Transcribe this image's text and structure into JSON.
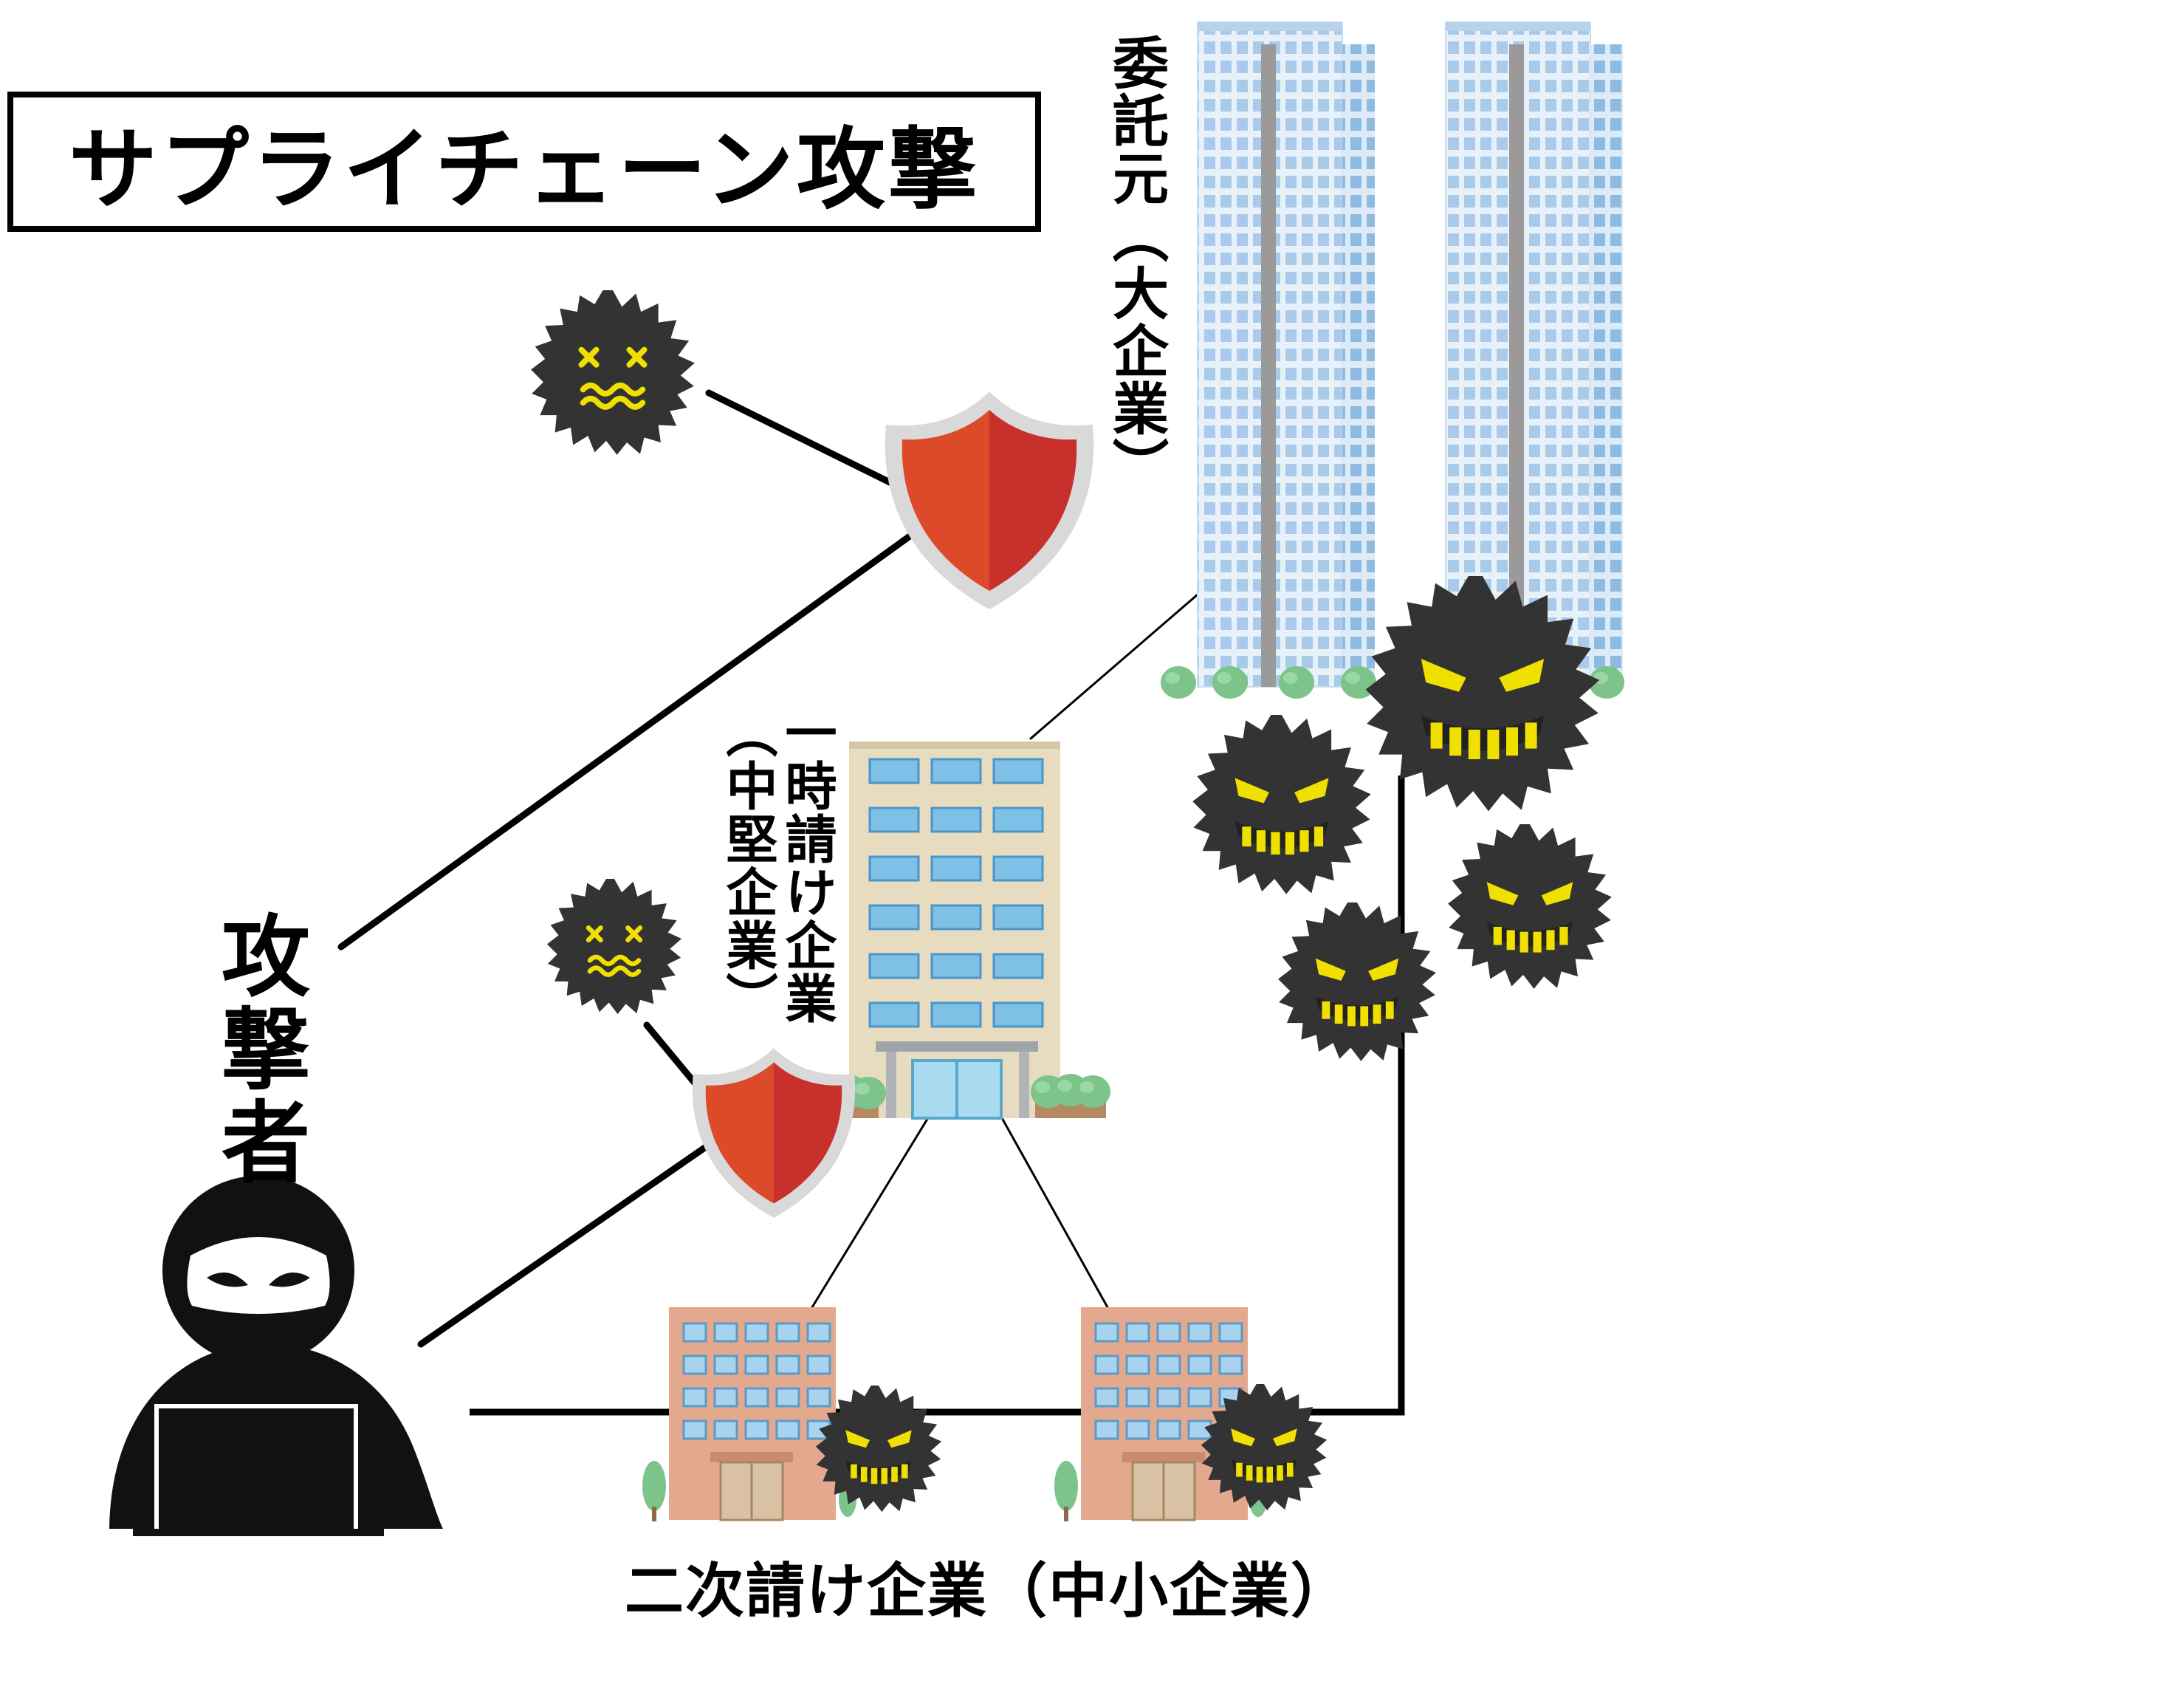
{
  "title": "サプライチェーン攻撃",
  "labels": {
    "client": "委託元（大企業）",
    "primary_contractor_name": "一時請け企業",
    "primary_contractor_type": "（中堅企業）",
    "attacker": "攻撃者",
    "secondary_contractor": "二次請け企業（中小企業）"
  },
  "colors": {
    "shield_left": "#dd4a2a",
    "shield_right": "#c8312b",
    "shield_rim": "#d9d9d9",
    "virus_body": "#333333",
    "virus_face_blocked": "#f0e000",
    "virus_face_evil": "#f0e000",
    "attacker_silhouette": "#111111"
  },
  "icons": {
    "attacker": "hooded-hacker-icon",
    "shield": "shield-icon",
    "virus_blocked": "dizzy-virus-icon",
    "virus_attacking": "evil-virus-icon",
    "client_building": "twin-skyscraper-icon",
    "primary_building": "office-building-icon",
    "secondary_building": "small-office-building-icon"
  }
}
